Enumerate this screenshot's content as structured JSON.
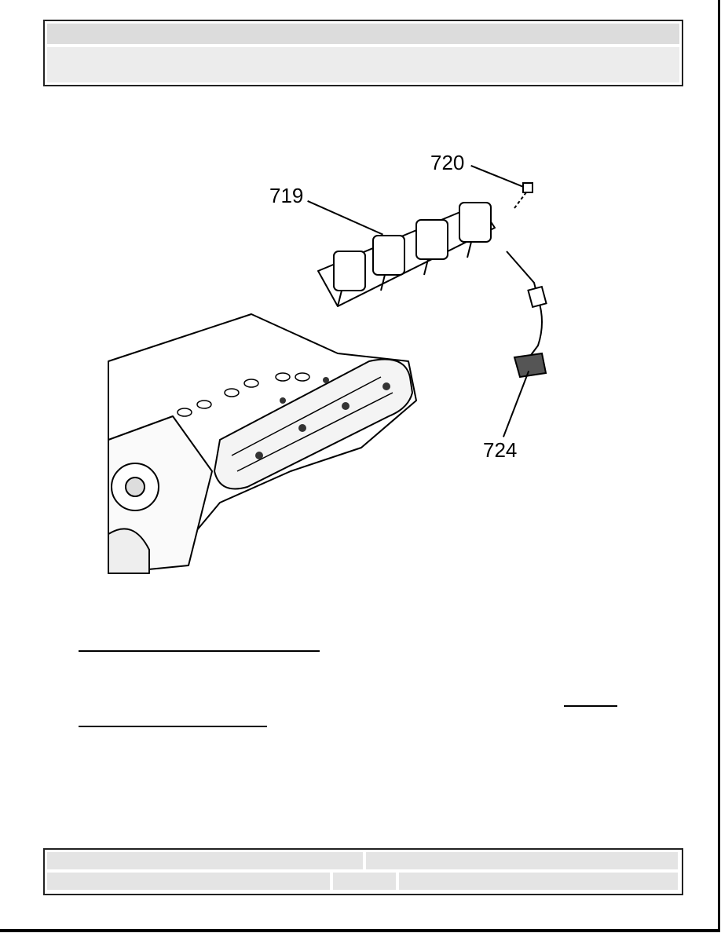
{
  "header": {
    "title": "",
    "subtitle": ""
  },
  "figure": {
    "callouts": {
      "bolt": "720",
      "ignition_coil_assembly": "719",
      "sensor_harness": "724"
    }
  },
  "body": {
    "step_link_1": "",
    "step_text": "",
    "step_link_2": ""
  },
  "footer": {
    "left_top": "",
    "right_top": "",
    "left_bottom": "",
    "mid_bottom": "",
    "right_bottom": ""
  }
}
